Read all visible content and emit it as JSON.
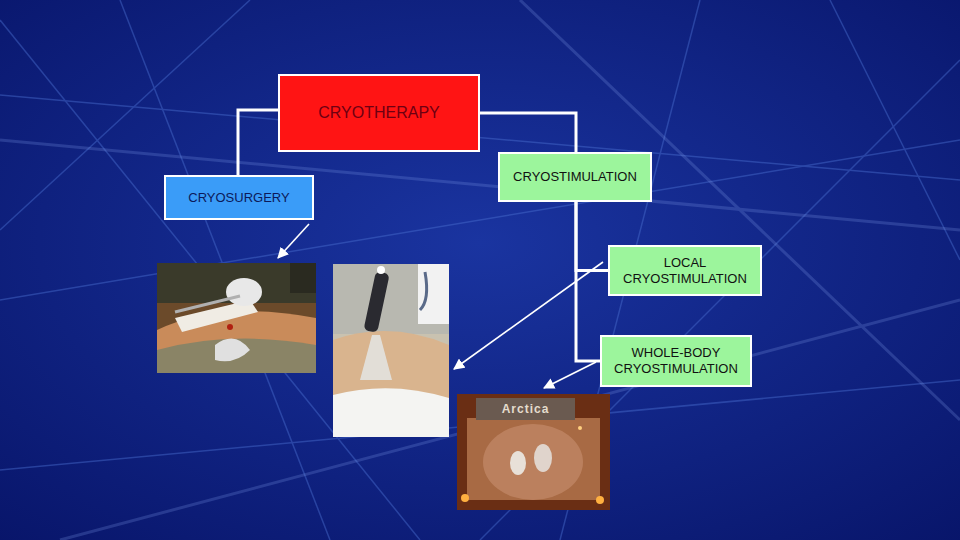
{
  "diagram": {
    "nodes": [
      {
        "text": [
          "CRYOTHERAPY"
        ]
      },
      {
        "text": [
          "CRYOSURGERY"
        ]
      },
      {
        "text": [
          "CRYOSTIMULATION"
        ]
      },
      {
        "text": [
          "LOCAL CRYOSTIMULATION"
        ]
      },
      {
        "text": [
          "WHOLE-BODY CRYOSTIMULATION"
        ]
      }
    ],
    "edges": [
      {
        "from": 0,
        "to": 1,
        "arrow": "none"
      },
      {
        "from": 0,
        "to": 2,
        "arrow": "none"
      },
      {
        "from": 2,
        "to": 3,
        "arrow": "none"
      },
      {
        "from": 2,
        "to": 4,
        "arrow": "none"
      }
    ],
    "labels": [
      "Arctica"
    ]
  }
}
